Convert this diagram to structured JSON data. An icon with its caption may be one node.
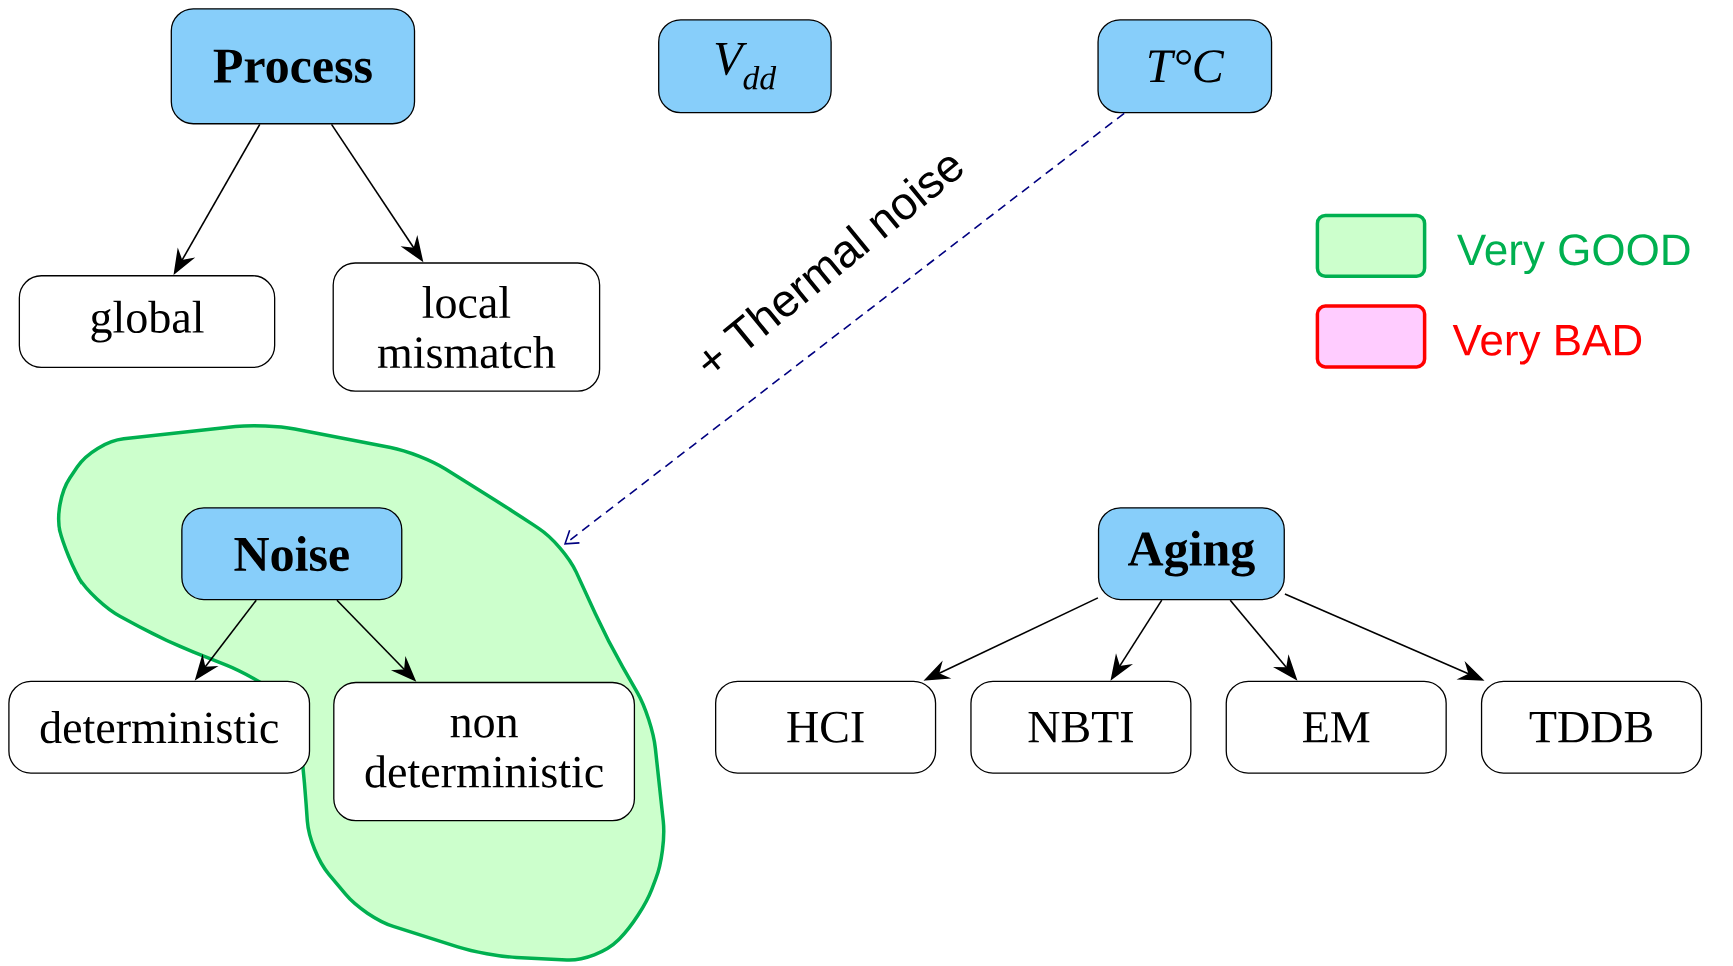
{
  "diagram": {
    "nodes": [
      {
        "text": [
          "Process"
        ]
      },
      {
        "text": [
          "V$_{dd}$"
        ]
      },
      {
        "text": [
          "T°C"
        ]
      },
      {
        "text": [
          "global"
        ]
      },
      {
        "text": [
          "local mismatch"
        ]
      },
      {
        "text": [],
        "shape": "cloud"
      },
      {
        "text": [
          "Noise"
        ],
        "in": 5
      },
      {
        "text": [
          "deterministic"
        ]
      },
      {
        "text": [
          "non deterministic"
        ],
        "in": 5
      },
      {
        "text": [
          "Aging"
        ]
      },
      {
        "text": [
          "HCI"
        ]
      },
      {
        "text": [
          "NBTI"
        ]
      },
      {
        "text": [
          "EM"
        ]
      },
      {
        "text": [
          "TDDB"
        ]
      }
    ],
    "edges": [
      {
        "from": 0,
        "to": 3,
        "arrow": "to"
      },
      {
        "from": 0,
        "to": 4,
        "arrow": "to"
      },
      {
        "from": 2,
        "to": 5,
        "arrow": "to",
        "label": "+ Thermal noise",
        "style": "dashed",
        "color": "#000080"
      },
      {
        "from": 6,
        "to": 7,
        "arrow": "to"
      },
      {
        "from": 6,
        "to": 8,
        "arrow": "to"
      },
      {
        "from": 9,
        "to": 10,
        "arrow": "to"
      },
      {
        "from": 9,
        "to": 11,
        "arrow": "to"
      },
      {
        "from": 9,
        "to": 12,
        "arrow": "to"
      },
      {
        "from": 9,
        "to": 13,
        "arrow": "to"
      }
    ],
    "legend": [
      {
        "text": "Very GOOD",
        "color": "#ccffcc"
      },
      {
        "text": "Very BAD",
        "color": "#ffccff"
      }
    ]
  }
}
